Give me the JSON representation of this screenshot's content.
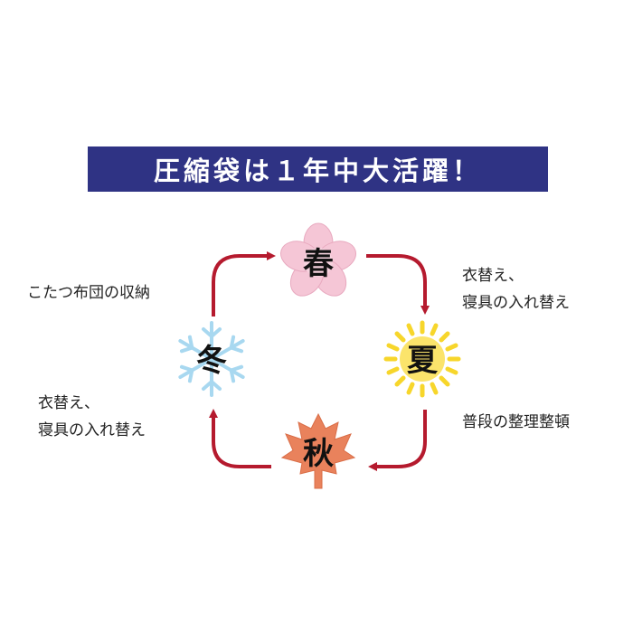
{
  "banner": {
    "title": "圧縮袋は１年中大活躍！",
    "color": "#2f3384"
  },
  "seasons": {
    "spring": {
      "label": "春",
      "icon": "cherry-blossom-icon",
      "color": "#f5c6d6"
    },
    "summer": {
      "label": "夏",
      "icon": "sun-icon",
      "color": "#f7d62b"
    },
    "autumn": {
      "label": "秋",
      "icon": "maple-leaf-icon",
      "color": "#e9825c"
    },
    "winter": {
      "label": "冬",
      "icon": "snowflake-icon",
      "color": "#a8d8f0"
    }
  },
  "arrow_color": "#b51a2e",
  "notes": {
    "spring_to_summer": {
      "line1": "衣替え、",
      "line2": "寝具の入れ替え"
    },
    "summer_to_autumn": {
      "line1": "普段の整理整頓"
    },
    "autumn_to_winter": {
      "line1": "衣替え、",
      "line2": "寝具の入れ替え"
    },
    "winter_to_spring": {
      "line1": "こたつ布団の収納"
    }
  }
}
